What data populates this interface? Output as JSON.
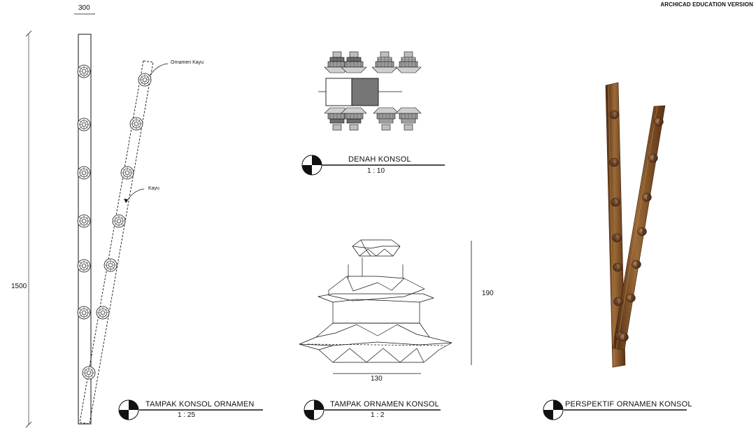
{
  "watermark": "ARCHICAD EDUCATION VERSION",
  "elevation": {
    "width_dim": "300",
    "height_dim": "1500",
    "label_ornament": "Ornamen Kayu",
    "label_wood": "Kayu",
    "title": "TAMPAK KONSOL ORNAMEN",
    "scale": "1 : 25"
  },
  "plan": {
    "title": "DENAH KONSOL",
    "scale": "1 : 10"
  },
  "ornament": {
    "height_dim": "190",
    "width_dim": "130",
    "title": "TAMPAK ORNAMEN KONSOL",
    "scale": "1 : 2"
  },
  "perspective": {
    "title": "PERSPEKTIF ORNAMEN KONSOL"
  },
  "colors": {
    "wood_dark": "#5a3216",
    "wood_mid": "#8a5a2c",
    "wood_light": "#a8773f",
    "knob": "#6b4426",
    "line": "#111111",
    "plan_fill": "#777777"
  }
}
